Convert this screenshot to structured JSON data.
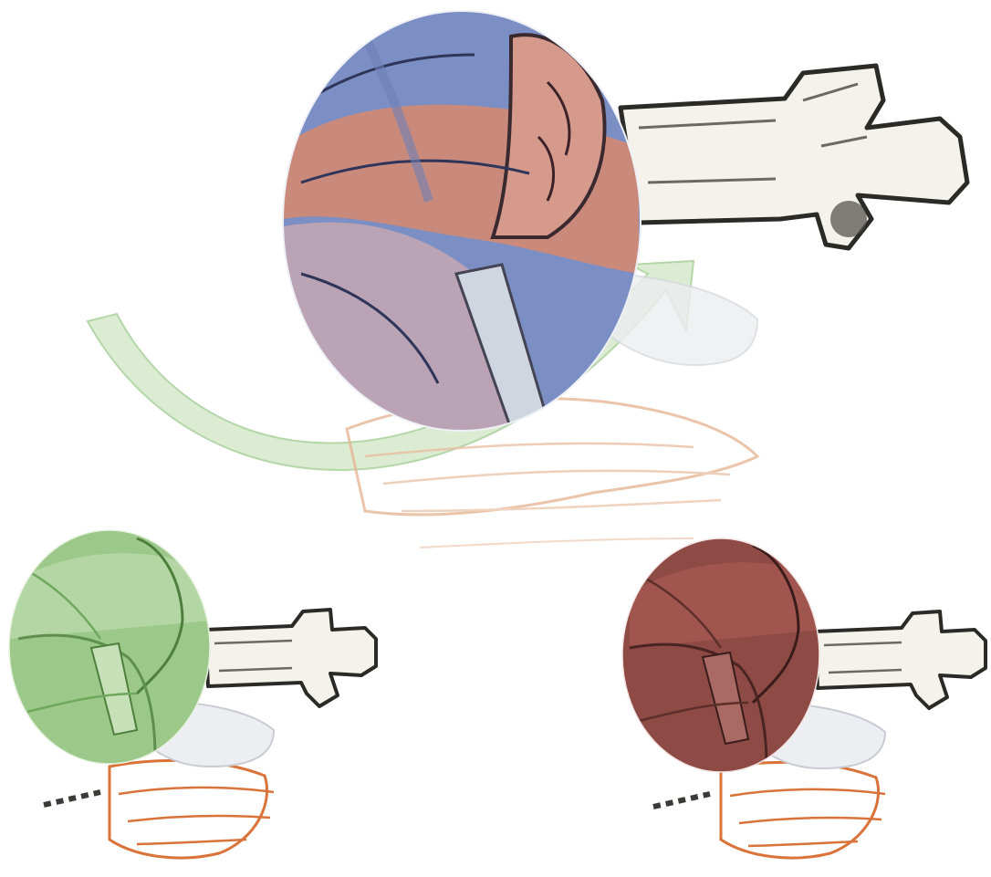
{
  "figure": {
    "kind": "illustration",
    "panels": [
      {
        "id": "main",
        "tint": "#7b8fc4",
        "accent": "#c98a7c"
      },
      {
        "id": "left",
        "tint": "#9cc98a",
        "accent": "#6fa85c"
      },
      {
        "id": "right",
        "tint": "#8e4a45",
        "accent": "#a85d57"
      }
    ],
    "colors": {
      "arrow": "#cfe6c4",
      "bone": "#2a2a26",
      "bone_fill": "#f3f1ea",
      "hand_outline": "#d9733a",
      "shadow": "#b9bcc2"
    }
  }
}
